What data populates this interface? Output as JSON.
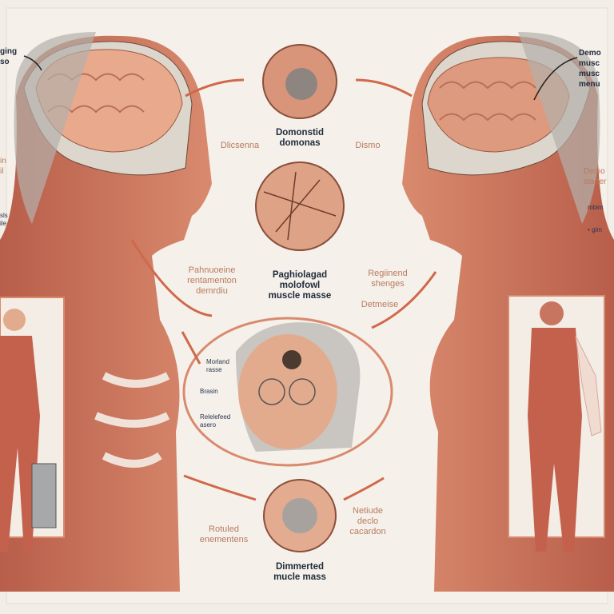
{
  "labels": {
    "top_left": "ging\nso",
    "left_mid": "in\nil",
    "left_low": "sls\nile",
    "top_right": "Demo\nmusc\nmusc\nmenu",
    "right_mid": "Demo\nstarter",
    "right_low1": "mbim",
    "right_low2": "• gim",
    "center_top": "Domonstid\ndomonas",
    "center_left_top": "Dlicsenna",
    "center_right_top": "Dismo",
    "center_mid": "Paghiolagad\nmolofowl\nmuscle masse",
    "center_left_mid": "Pahnuoeine\nrentamenton\ndemrdiu",
    "center_right_mid": "Regiinend\nshenges",
    "center_right_mid2": "Detmeise",
    "face_label_1": "Morland\nrasse",
    "face_label_2": "Brasin",
    "face_label_3": "Relelefeed\nasero",
    "bottom_left": "Rotuled\nenementens",
    "bottom_right": "Netiude\ndeclo\ncacardon",
    "bottom_center": "Dimmerted\nmucle mass"
  },
  "colors": {
    "background": "#f2eee7",
    "muscle": "#c9705a",
    "skin": "#e3a88a",
    "brain": "#e9a98c",
    "arrow": "#d0694a",
    "hair": "#a9a7a3"
  }
}
